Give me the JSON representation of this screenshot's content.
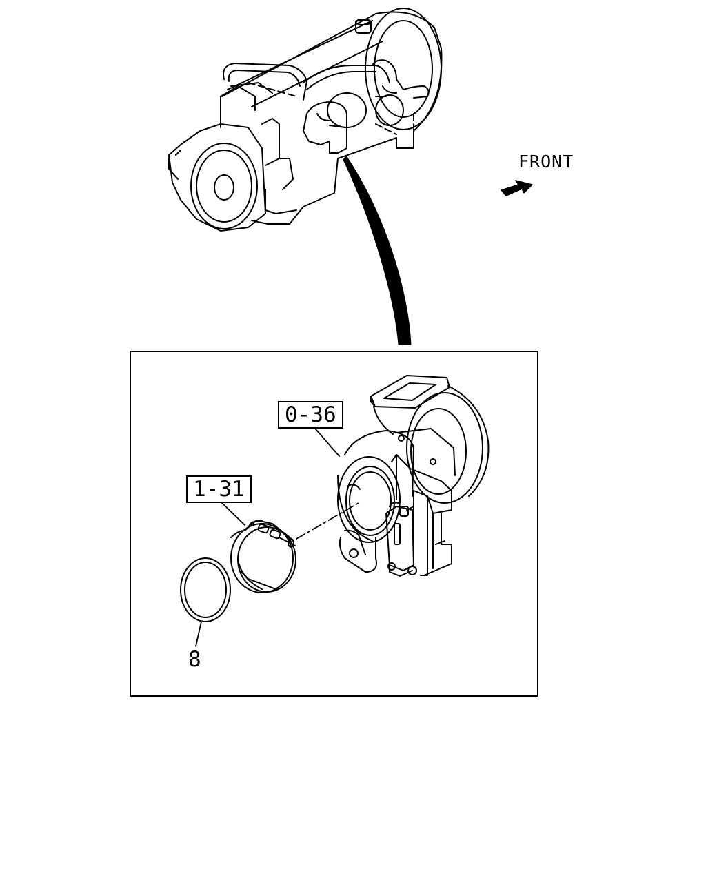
{
  "labels": {
    "front": "FRONT",
    "turbocharger_ref": "0-36",
    "clamp_ref": "1-31",
    "gasket_ref": "8"
  },
  "colors": {
    "line": "#000000",
    "background": "#ffffff"
  },
  "icons": {
    "direction": "front-arrow-icon"
  }
}
